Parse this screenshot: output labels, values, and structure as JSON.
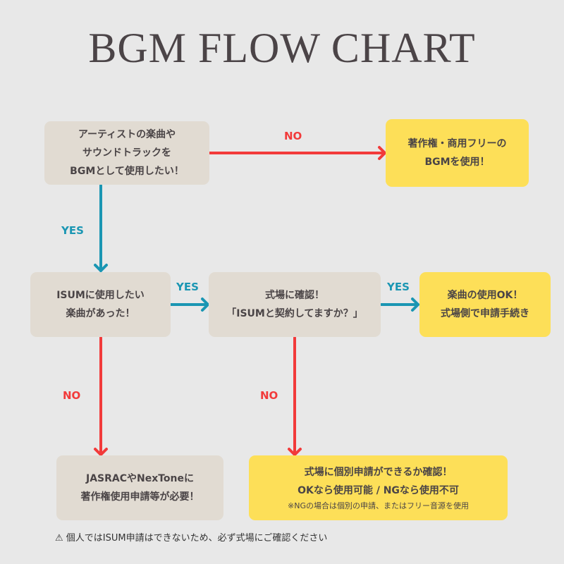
{
  "title": "BGM FLOW CHART",
  "colors": {
    "background": "#e8e8e8",
    "beige_box": "#e1dbd2",
    "yellow_box": "#fddf58",
    "yes": "#1a96b3",
    "no": "#f23a3a",
    "text": "#4a4446"
  },
  "nodes": {
    "start": {
      "lines": [
        "アーティストの楽曲や",
        "サウンドトラックを",
        "BGMとして使用したい！"
      ]
    },
    "free_bgm": {
      "lines": [
        "著作権・商用フリーの",
        "BGMを使用！"
      ]
    },
    "isum_song": {
      "lines": [
        "ISUMに使用したい",
        "楽曲があった！"
      ]
    },
    "venue_check": {
      "lines": [
        "式場に確認！",
        "「ISUMと契約してますか？」"
      ]
    },
    "song_ok": {
      "lines": [
        "楽曲の使用OK！",
        "式場側で申請手続き"
      ]
    },
    "jasrac": {
      "lines": [
        "JASRACやNexToneに",
        "著作権使用申請等が必要！"
      ]
    },
    "individual": {
      "lines": [
        "式場に個別申請ができるか確認！",
        "OKなら使用可能 / NGなら使用不可"
      ],
      "note": "※NGの場合は個別の申請、またはフリー音源を使用"
    }
  },
  "edges": {
    "start_to_free": "NO",
    "start_to_isum": "YES",
    "isum_to_venue": "YES",
    "venue_to_ok": "YES",
    "isum_to_jasrac": "NO",
    "venue_to_individual": "NO"
  },
  "footer_note": "⚠ 個人ではISUM申請はできないため、必ず式場にご確認ください"
}
